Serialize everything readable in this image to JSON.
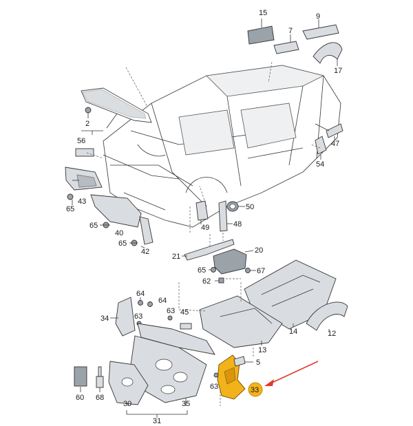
{
  "labels": {
    "n15": "15",
    "n9": "9",
    "n7": "7",
    "n17": "17",
    "n2": "2",
    "n56": "56",
    "n47": "47",
    "n54": "54",
    "n43": "43",
    "n65a": "65",
    "n65b": "65",
    "n40": "40",
    "n65c": "65",
    "n42": "42",
    "n50": "50",
    "n49": "49",
    "n48": "48",
    "n21": "21",
    "n20": "20",
    "n65d": "65",
    "n67": "67",
    "n62": "62",
    "n64a": "64",
    "n64b": "64",
    "n34": "34",
    "n63a": "63",
    "n63b": "63",
    "n45": "45",
    "n14": "14",
    "n12": "12",
    "n13": "13",
    "n5": "5",
    "n63c": "63",
    "n33": "33",
    "n60": "60",
    "n68": "68",
    "n30": "30",
    "n35": "35",
    "n31": "31"
  },
  "colors": {
    "highlight": "#f2b21a",
    "pointer": "#e03a2e"
  }
}
